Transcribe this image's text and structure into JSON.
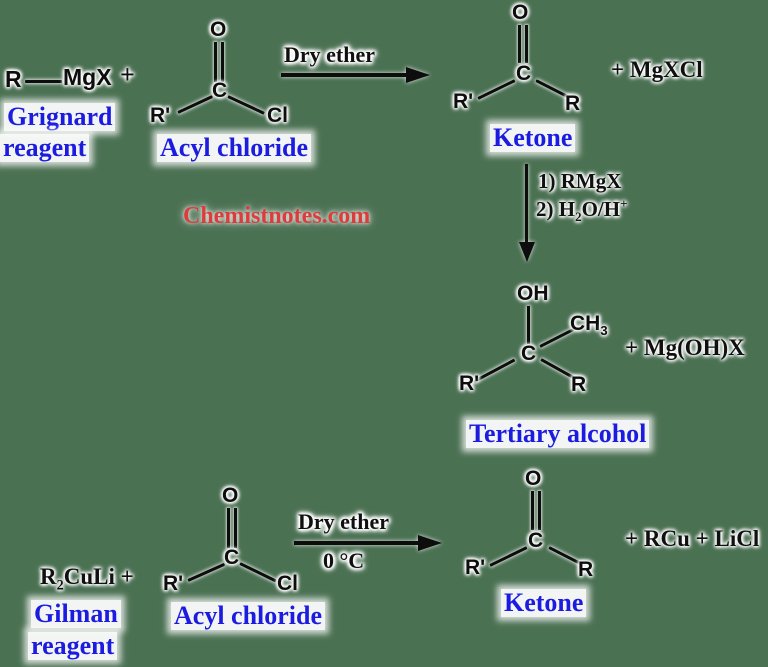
{
  "canvas": {
    "bg_color": "#4b7153",
    "label_color": "#1c1ce0",
    "watermark_color": "#dd3c3c",
    "structure_color": "#0d0d0d"
  },
  "watermark": "Chemistnotes.com",
  "rxn1": {
    "r": "R",
    "mgx": "MgX",
    "plus": "+",
    "grignard_label_1": "Grignard",
    "grignard_label_2": "reagent",
    "acyl": {
      "o": "O",
      "c": "C",
      "rp": "R'",
      "cl": "Cl",
      "label": "Acyl chloride"
    },
    "arrow_condition": "Dry ether",
    "ketone": {
      "o": "O",
      "c": "C",
      "rp": "R'",
      "r": "R",
      "label": "Ketone"
    },
    "byproduct": "+ MgXCl"
  },
  "rxn2": {
    "step1": "1) RMgX",
    "step2_pre": "2) H",
    "step2_sub": "2",
    "step2_mid": "O/H",
    "step2_sup": "+",
    "alcohol": {
      "oh": "OH",
      "c": "C",
      "ch3_pre": "CH",
      "ch3_sub": "3",
      "rp": "R'",
      "r": "R",
      "label": "Tertiary alcohol"
    },
    "byproduct": "+ Mg(OH)X"
  },
  "rxn3": {
    "gilman_pre": "R",
    "gilman_sub": "2",
    "gilman_post": "CuLi +",
    "gilman_label_1": "Gilman",
    "gilman_label_2": "reagent",
    "acyl": {
      "o": "O",
      "c": "C",
      "rp": "R'",
      "cl": "Cl",
      "label": "Acyl chloride"
    },
    "arrow_condition_top": "Dry ether",
    "arrow_condition_bottom": "0 °C",
    "ketone": {
      "o": "O",
      "c": "C",
      "rp": "R'",
      "r": "R",
      "label": "Ketone"
    },
    "byproduct": "+ RCu + LiCl"
  }
}
